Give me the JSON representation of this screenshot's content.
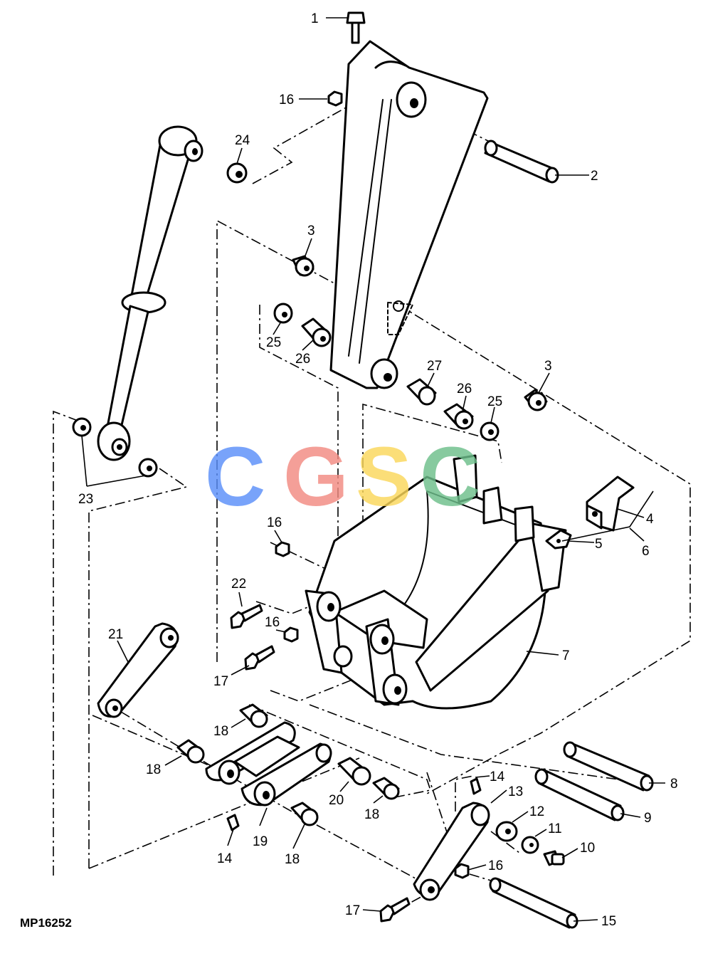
{
  "drawing_code": "MP16252",
  "watermark": {
    "letters": [
      "C",
      "G",
      "S",
      "C"
    ],
    "colors": [
      "#5b8ff9",
      "#f28b82",
      "#fbd75b",
      "#6dbf8b"
    ]
  },
  "callouts": [
    "1",
    "2",
    "3",
    "3",
    "4",
    "5",
    "6",
    "7",
    "8",
    "9",
    "10",
    "11",
    "12",
    "13",
    "14",
    "14",
    "15",
    "16",
    "16",
    "16",
    "16",
    "17",
    "17",
    "18",
    "18",
    "18",
    "18",
    "19",
    "20",
    "21",
    "22",
    "23",
    "24",
    "25",
    "25",
    "26",
    "26",
    "27"
  ]
}
